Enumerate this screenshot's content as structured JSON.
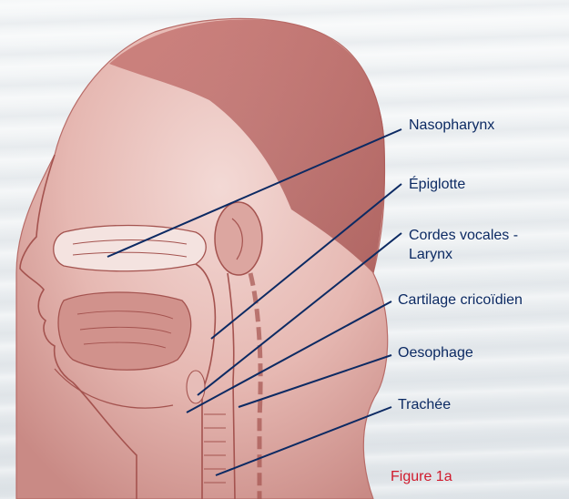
{
  "labels": {
    "nasopharynx": "Nasopharynx",
    "epiglotte": "Épiglotte",
    "cordes_line1": "Cordes vocales -",
    "cordes_line2": "Larynx",
    "cartilage": "Cartilage cricoïdien",
    "oesophage": "Oesophage",
    "trachee": "Trachée"
  },
  "caption": "Figure 1a",
  "colors": {
    "label_text": "#0c2a63",
    "leader_line": "#0c2a63",
    "caption": "#d01a2c",
    "illustration_light": "#f1d6d2",
    "illustration_mid": "#d69a95",
    "illustration_dark": "#a4534f"
  }
}
